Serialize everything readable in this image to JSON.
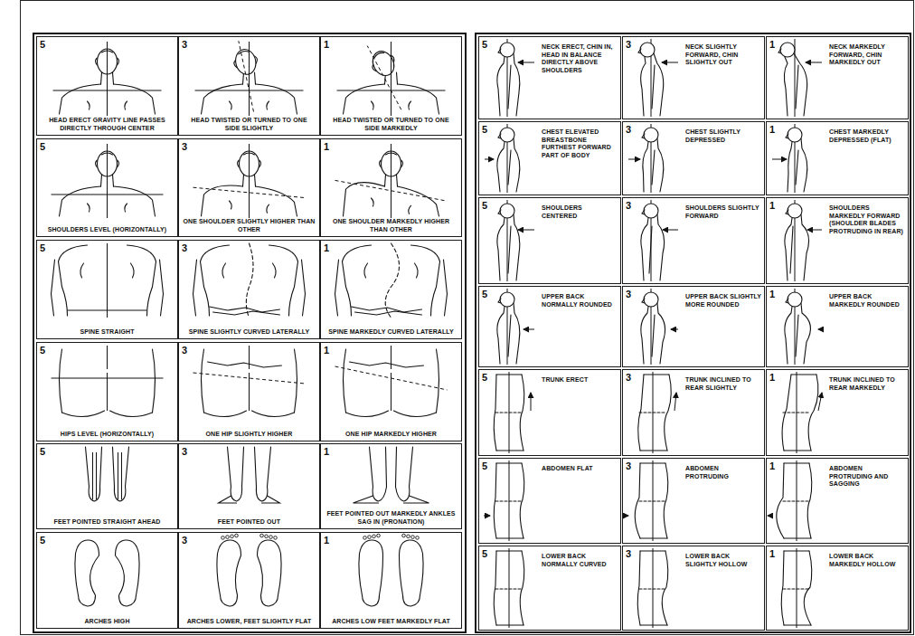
{
  "diagram": {
    "nodes": [
      {
        "text": [
          "5",
          "HEAD ERECT GRAVITY LINE PASSES DIRECTLY THROUGH CENTER"
        ]
      },
      {
        "text": [
          "3",
          "HEAD TWISTED OR TURNED TO ONE SIDE SLIGHTLY"
        ]
      },
      {
        "text": [
          "1",
          "HEAD TWISTED OR TURNED TO ONE SIDE MARKEDLY"
        ]
      },
      {
        "text": [
          "5",
          "SHOULDERS LEVEL (HORIZONTALLY)"
        ]
      },
      {
        "text": [
          "3",
          "ONE SHOULDER SLIGHTLY HIGHER THAN OTHER"
        ]
      },
      {
        "text": [
          "1",
          "ONE SHOULDER MARKEDLY HIGHER THAN OTHER"
        ]
      },
      {
        "text": [
          "5",
          "SPINE STRAIGHT"
        ]
      },
      {
        "text": [
          "3",
          "SPINE SLIGHTLY CURVED LATERALLY"
        ]
      },
      {
        "text": [
          "1",
          "SPINE MARKEDLY CURVED LATERALLY"
        ]
      },
      {
        "text": [
          "5",
          "HIPS LEVEL (HORIZONTALLY)"
        ]
      },
      {
        "text": [
          "3",
          "ONE HIP SLIGHTLY HIGHER"
        ]
      },
      {
        "text": [
          "1",
          "ONE HIP MARKEDLY HIGHER"
        ]
      },
      {
        "text": [
          "5",
          "FEET POINTED STRAIGHT AHEAD"
        ]
      },
      {
        "text": [
          "3",
          "FEET POINTED OUT"
        ]
      },
      {
        "text": [
          "1",
          "FEET POINTED OUT MARKEDLY ANKLES SAG IN (PRONATION)"
        ]
      },
      {
        "text": [
          "5",
          "ARCHES HIGH"
        ]
      },
      {
        "text": [
          "3",
          "ARCHES LOWER, FEET SLIGHTLY FLAT"
        ]
      },
      {
        "text": [
          "1",
          "ARCHES LOW FEET MARKEDLY FLAT"
        ]
      },
      {
        "text": [
          "5",
          "NECK ERECT, CHIN IN, HEAD IN BALANCE DIRECTLY ABOVE SHOULDERS"
        ]
      },
      {
        "text": [
          "3",
          "NECK SLIGHTLY FORWARD, CHIN SLIGHTLY OUT"
        ]
      },
      {
        "text": [
          "1",
          "NECK MARKEDLY FORWARD, CHIN MARKEDLY OUT"
        ]
      },
      {
        "text": [
          "5",
          "CHEST ELEVATED BREASTBONE FURTHEST FORWARD PART OF BODY"
        ]
      },
      {
        "text": [
          "3",
          "CHEST SLIGHTLY DEPRESSED"
        ]
      },
      {
        "text": [
          "1",
          "CHEST MARKEDLY DEPRESSED (FLAT)"
        ]
      },
      {
        "text": [
          "5",
          "SHOULDERS CENTERED"
        ]
      },
      {
        "text": [
          "3",
          "SHOULDERS SLIGHTLY FORWARD"
        ]
      },
      {
        "text": [
          "1",
          "SHOULDERS MARKEDLY FORWARD (SHOULDER BLADES PROTRUDING IN REAR)"
        ]
      },
      {
        "text": [
          "5",
          "UPPER BACK NORMALLY ROUNDED"
        ]
      },
      {
        "text": [
          "3",
          "UPPER BACK SLIGHTLY MORE ROUNDED"
        ]
      },
      {
        "text": [
          "1",
          "UPPER BACK MARKEDLY ROUNDED"
        ]
      },
      {
        "text": [
          "5",
          "TRUNK ERECT"
        ]
      },
      {
        "text": [
          "3",
          "TRUNK INCLINED TO REAR SLIGHTLY"
        ]
      },
      {
        "text": [
          "1",
          "TRUNK INCLINED TO REAR MARKEDLY"
        ]
      },
      {
        "text": [
          "5",
          "ABDOMEN FLAT"
        ]
      },
      {
        "text": [
          "3",
          "ABDOMEN PROTRUDING"
        ]
      },
      {
        "text": [
          "1",
          "ABDOMEN PROTRUDING AND SAGGING"
        ]
      },
      {
        "text": [
          "5",
          "LOWER BACK NORMALLY CURVED"
        ]
      },
      {
        "text": [
          "3",
          "LOWER BACK SLIGHTLY HOLLOW"
        ]
      },
      {
        "text": [
          "1",
          "LOWER BACK MARKEDLY HOLLOW"
        ]
      }
    ]
  }
}
